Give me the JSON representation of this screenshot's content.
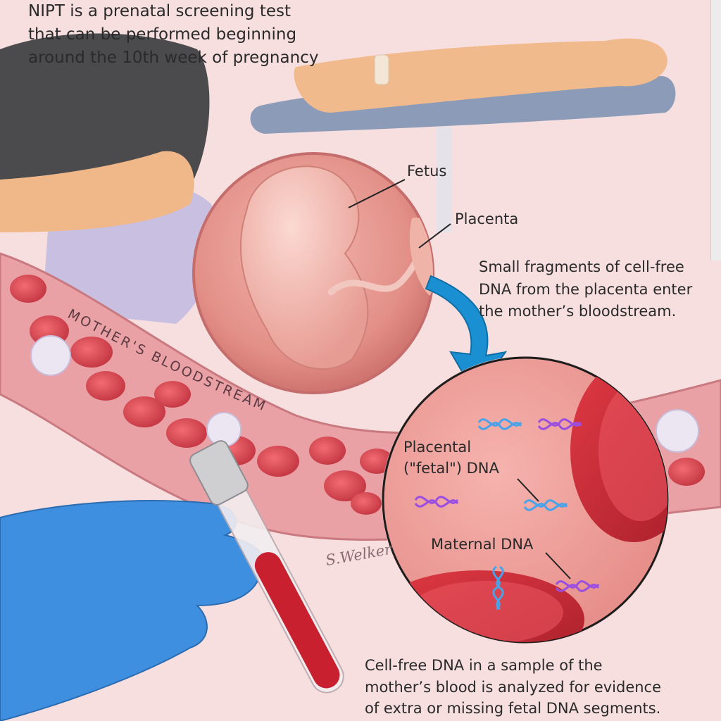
{
  "intro_text": "NIPT is a prenatal screening test\nthat can be performed beginning\naround the 10th week of pregnancy",
  "labels": {
    "fetus": "Fetus",
    "placenta": "Placenta",
    "placental_dna": "Placental\n(\"fetal\") DNA",
    "maternal_dna": "Maternal DNA",
    "bloodstream": "MOTHER'S BLOODSTREAM"
  },
  "notes": {
    "fragments": "Small fragments of cell-free\nDNA from the placenta enter\nthe mother’s bloodstream.",
    "analysis": "Cell-free DNA in a sample of the\nmother’s blood is analyzed for evidence\nof extra or missing fetal DNA segments."
  },
  "signature": "S.Welker",
  "colors": {
    "background": "#f7dfe0",
    "blood_cell": "#d94b55",
    "vessel": "#e9a1a6",
    "arrow": "#1a8fd1",
    "glove": "#3f8fe0",
    "fetal_dna": "#9b4fe0",
    "maternal_dna": "#4aa3e8"
  }
}
